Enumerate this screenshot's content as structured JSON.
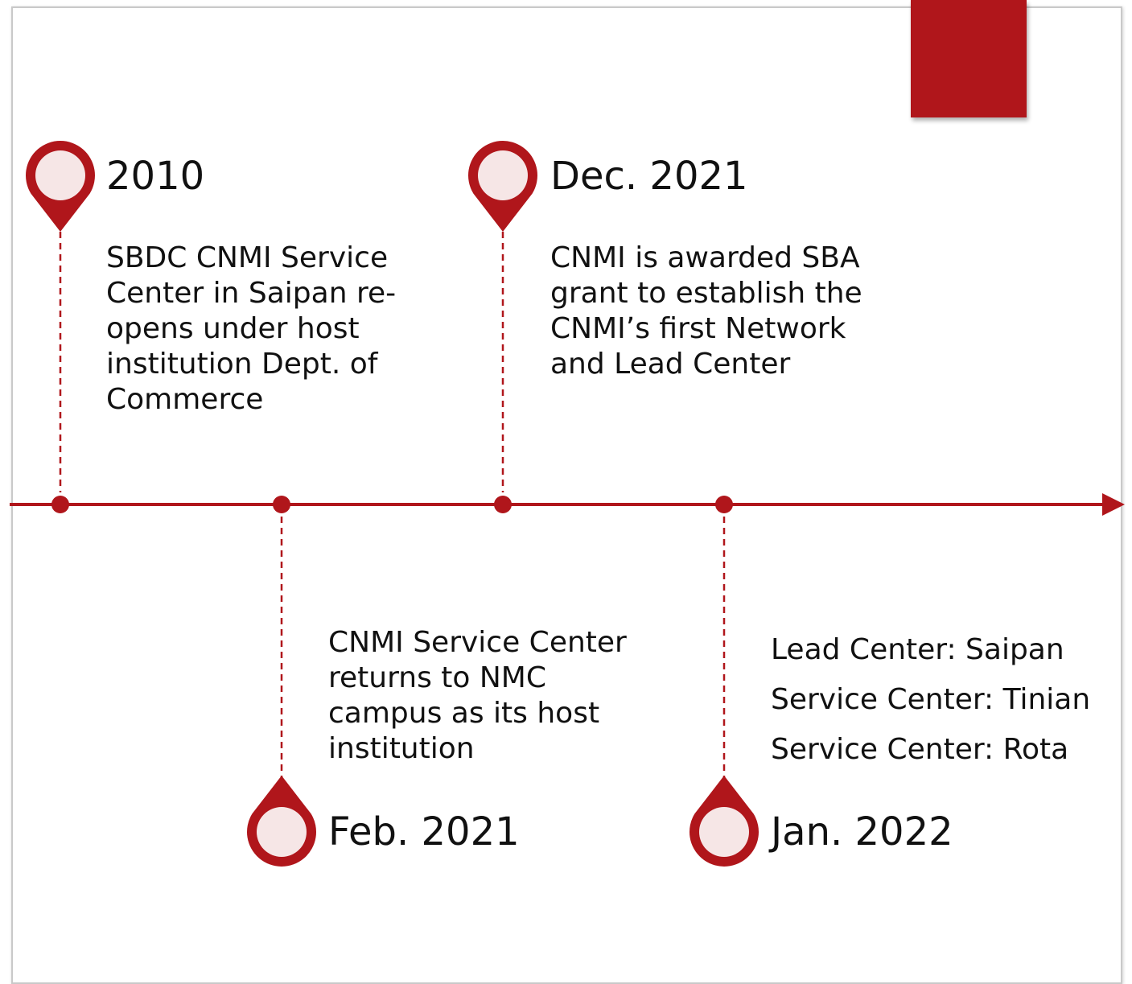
{
  "theme": {
    "accent": "#b0161b",
    "pin_inner": "#f6e6e6",
    "text": "#111111"
  },
  "events": [
    {
      "date": "2010",
      "description": [
        "SBDC CNMI Service",
        "Center in Saipan re-",
        "opens under host",
        "institution Dept. of",
        "Commerce"
      ]
    },
    {
      "date": "Feb. 2021",
      "description": [
        "CNMI Service Center",
        "returns to NMC",
        "campus as its host",
        "institution"
      ]
    },
    {
      "date": "Dec. 2021",
      "description": [
        "CNMI is awarded SBA",
        "grant to establish the",
        "CNMI’s first Network",
        "and Lead Center"
      ]
    },
    {
      "date": "Jan. 2022",
      "description": [
        "Lead Center: Saipan",
        "Service Center: Tinian",
        "Service Center: Rota"
      ]
    }
  ]
}
